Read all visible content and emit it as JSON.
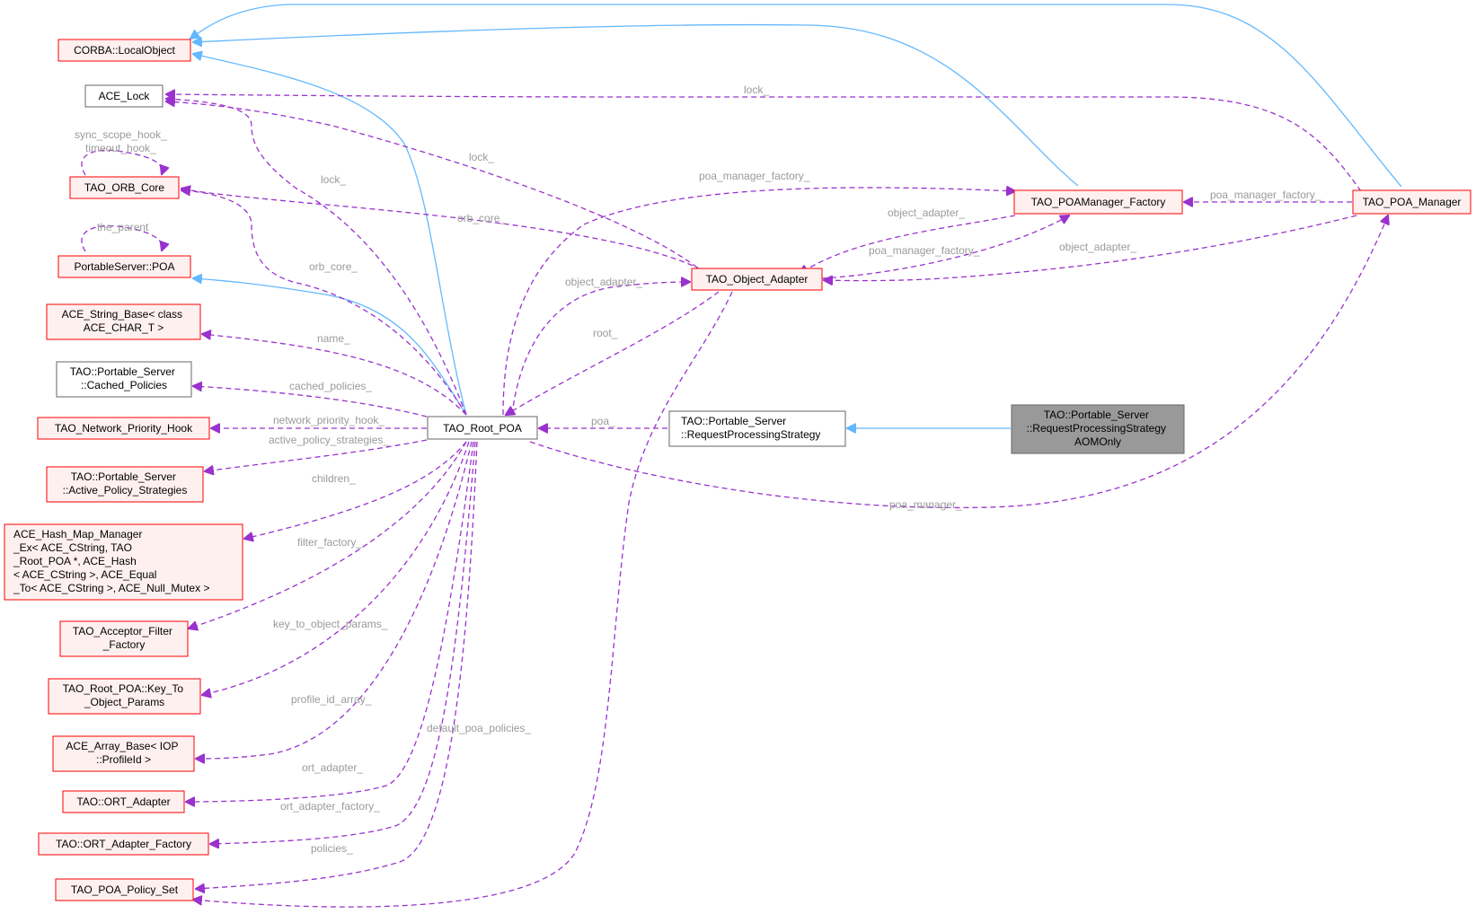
{
  "colors": {
    "inheritance": "#63b8ff",
    "usage": "#9a32cd",
    "label": "#9a9a9a",
    "red_border": "#ff0000",
    "red_fill": "#fff0f0",
    "gray_border": "#666666",
    "focus_fill": "#999999",
    "focus_border": "#666666"
  },
  "nodes": {
    "corba_localobject": [
      "CORBA::LocalObject"
    ],
    "ace_lock": [
      "ACE_Lock"
    ],
    "tao_orb_core": [
      "TAO_ORB_Core"
    ],
    "portableserver_poa": [
      "PortableServer::POA"
    ],
    "ace_string_base": [
      "ACE_String_Base< class",
      "ACE_CHAR_T >"
    ],
    "cached_policies": [
      "TAO::Portable_Server",
      "::Cached_Policies"
    ],
    "network_priority_hook": [
      "TAO_Network_Priority_Hook"
    ],
    "active_policy_strategies": [
      "TAO::Portable_Server",
      "::Active_Policy_Strategies"
    ],
    "hash_map_manager": [
      "ACE_Hash_Map_Manager",
      "_Ex< ACE_CString, TAO",
      "_Root_POA *, ACE_Hash",
      "< ACE_CString >, ACE_Equal",
      "_To< ACE_CString >, ACE_Null_Mutex >"
    ],
    "acceptor_filter_factory": [
      "TAO_Acceptor_Filter",
      "_Factory"
    ],
    "key_to_object_params": [
      "TAO_Root_POA::Key_To",
      "_Object_Params"
    ],
    "ace_array_base": [
      "ACE_Array_Base< IOP",
      "::ProfileId >"
    ],
    "ort_adapter": [
      "TAO::ORT_Adapter"
    ],
    "ort_adapter_factory": [
      "TAO::ORT_Adapter_Factory"
    ],
    "poa_policy_set": [
      "TAO_POA_Policy_Set"
    ],
    "root_poa": [
      "TAO_Root_POA"
    ],
    "object_adapter": [
      "TAO_Object_Adapter"
    ],
    "poamanager_factory": [
      "TAO_POAManager_Factory"
    ],
    "poa_manager": [
      "TAO_POA_Manager"
    ],
    "request_processing_strategy": [
      "TAO::Portable_Server",
      "::RequestProcessingStrategy"
    ],
    "rps_aom_only": [
      "TAO::Portable_Server",
      "::RequestProcessingStrategy",
      "AOMOnly"
    ]
  },
  "edge_labels": {
    "lock_top": "lock_",
    "lock_oa": "lock_",
    "lock_root": "lock_",
    "sync_scope_hook": "sync_scope_hook_",
    "timeout_hook": "timeout_hook_",
    "the_parent": "the_parent",
    "orb_core_oa": "orb_core_",
    "orb_core_root": "orb_core_",
    "poa_manager_factory_root": "poa_manager_factory_",
    "object_adapter_pmf": "object_adapter_",
    "poa_manager_factory_oa": "poa_manager_factory_",
    "poa_manager_factory_pm": "poa_manager_factory_",
    "object_adapter_pm": "object_adapter_",
    "object_adapter_root": "object_adapter_",
    "root": "root_",
    "name": "name_",
    "cached_policies": "cached_policies_",
    "network_priority_hook": "network_priority_hook_",
    "active_policy_strategies": "active_policy_strategies_",
    "children": "children_",
    "filter_factory": "filter_factory_",
    "key_to_object_params": "key_to_object_params_",
    "profile_id_array": "profile_id_array_",
    "default_poa_policies": "default_poa_policies_",
    "ort_adapter": "ort_adapter_",
    "ort_adapter_factory": "ort_adapter_factory_",
    "policies": "policies_",
    "poa": "poa_",
    "poa_manager": "poa_manager_"
  }
}
